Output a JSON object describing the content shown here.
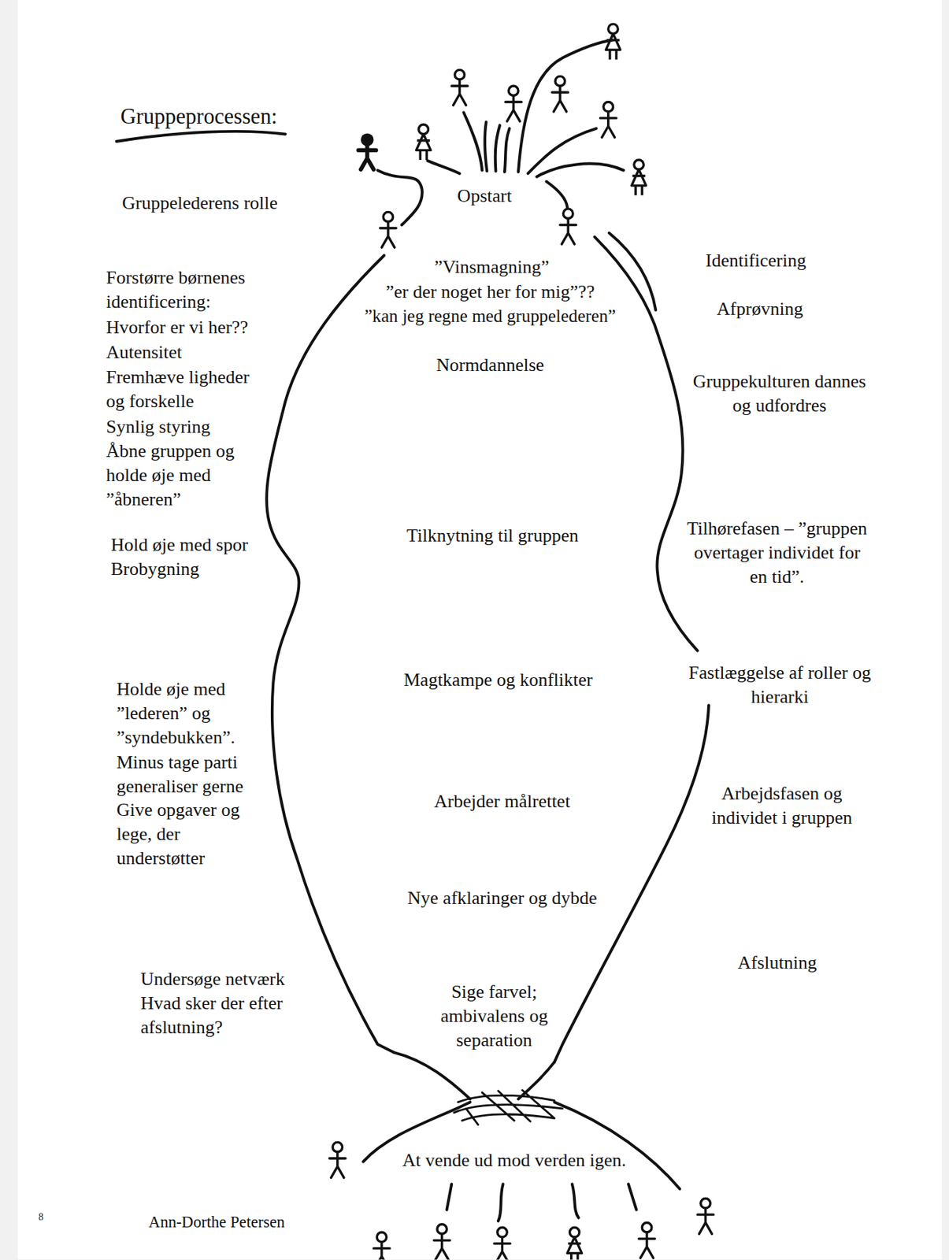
{
  "diagram": {
    "title": "Gruppeprocessen:",
    "nodes": [
      {
        "text": [
          "”Vinsmagning”",
          "”er der noget her for mig”??",
          "”kan jeg regne med gruppelederen”",
          "Normdannelse",
          "Tilknytning til gruppen",
          "Magtkampe og konflikter",
          "Arbejder målrettet",
          "Nye afklaringer og dybde",
          "Sige farvel; ambivalens og separation"
        ]
      }
    ],
    "labels": [
      "Gruppelederens rolle",
      "Forstørre børnenes identificering:",
      "Hvorfor er vi her??",
      "Autensitet",
      "Fremhæve ligheder og forskelle",
      "Synlig styring",
      "Åbne gruppen og holde øje med ”åbneren”",
      "Hold øje med spor",
      "Brobygning",
      "Holde øje med ”lederen” og ”syndebukken”.",
      "Minus tage parti",
      "generaliser gerne",
      "Give opgaver og lege, der understøtter",
      "Undersøge netværk",
      "Hvad sker der efter afslutning?",
      "Opstart",
      "Identificering",
      "Afprøvning",
      "Gruppekulturen dannes og udfordres",
      "Tilhørefasen – ”gruppen overtager individet for en tid”.",
      "Fastlæggelse af roller og hierarki",
      "Arbejdsfasen og individet i gruppen",
      "Afslutning",
      "At vende ud mod verden igen.",
      "Ann-Dorthe Petersen",
      "8"
    ]
  }
}
